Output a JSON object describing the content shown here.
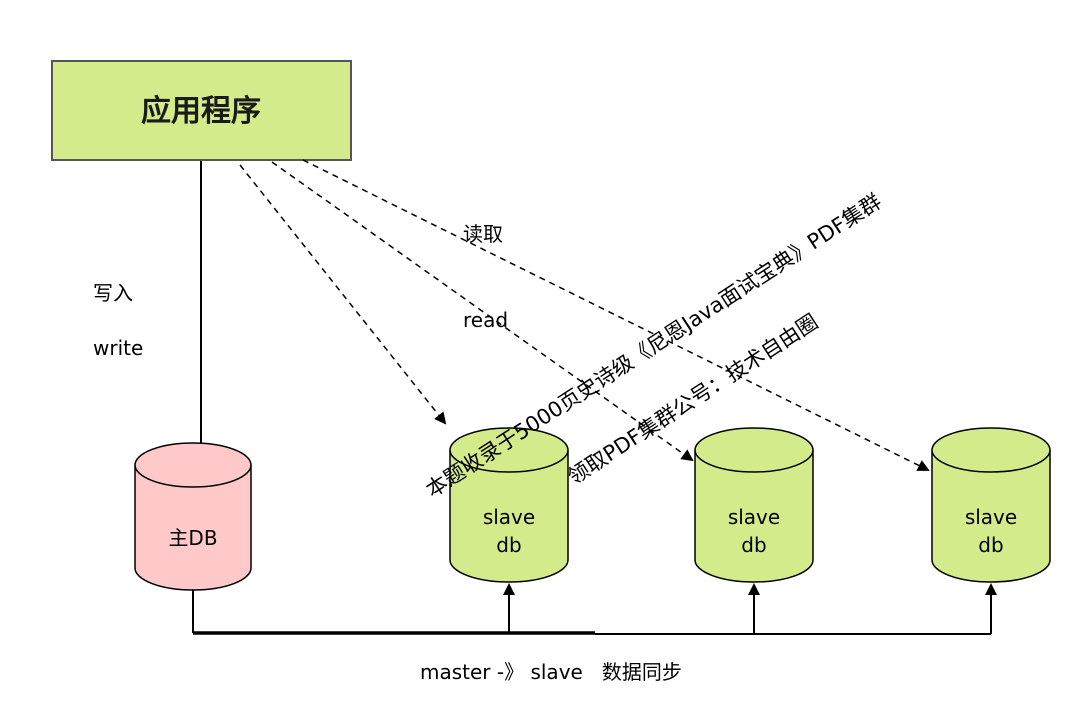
{
  "app": {
    "label": "应用程序",
    "fill": "#d3eb8a",
    "stroke": "#555555"
  },
  "labels": {
    "write_cn": "写入",
    "write_en": "write",
    "read_cn": "读取",
    "read_en": "read",
    "sync": "master -》 slave   数据同步"
  },
  "master": {
    "label": "主DB",
    "fill": "#ffc9c9"
  },
  "slaves": [
    {
      "line1": "slave",
      "line2": "db"
    },
    {
      "line1": "slave",
      "line2": "db"
    },
    {
      "line1": "slave",
      "line2": "db"
    }
  ],
  "slave_fill": "#d3eb8a",
  "watermark": {
    "line1": "本题收录于5000页史诗级《尼恩Java面试宝典》PDF集群",
    "line2": "领取PDF集群公号：技术自由圈"
  }
}
